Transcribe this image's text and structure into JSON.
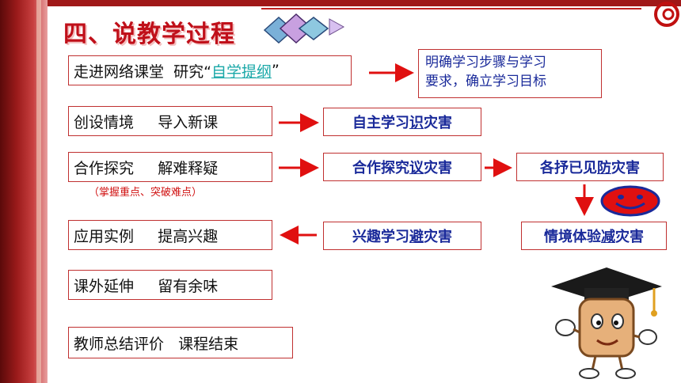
{
  "title": "四、说教学过程",
  "rows": {
    "r1": {
      "pre": "走进网络课堂  研究“",
      "link": "自学提纲",
      "post": "”"
    },
    "r2": "创设情境     导入新课",
    "r3": "合作探究     解难释疑",
    "r3_note": "（掌握重点、突破难点）",
    "r4": "应用实例     提高兴趣",
    "r5": "课外延伸     留有余味",
    "r6": "教师总结评价   课程结束"
  },
  "goal": {
    "line1": "明确学习步骤与学习",
    "line2": "要求，确立学习目标"
  },
  "steps": {
    "s1": {
      "pre": "自主学习",
      "u": "识",
      "post": "灾害"
    },
    "s2": {
      "pre": "合作探究",
      "u": "议",
      "post": "灾害"
    },
    "s3": {
      "pre": "各抒已见",
      "u": "防",
      "post": "灾害"
    },
    "s4": {
      "pre": "兴趣学习",
      "u": "避",
      "post": "灾害"
    },
    "s5": {
      "pre": "情境体验",
      "u": "减",
      "post": "灾害"
    }
  },
  "colors": {
    "accent": "#c0101a",
    "step_text": "#1a2a9a",
    "link": "#1aa8a8",
    "smiley": "#e01010"
  }
}
